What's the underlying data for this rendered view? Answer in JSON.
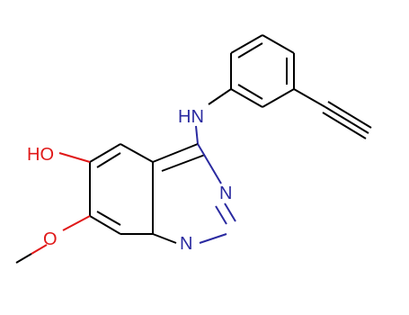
{
  "molecule": {
    "atom_labels": {
      "amine": "HN",
      "ring_n_upper": "N",
      "ring_n_lower": "N",
      "hydroxyl": "HO",
      "methoxy_o": "O"
    },
    "colors": {
      "bond": "#000000",
      "nitrogen": "#2a2aa0",
      "oxygen": "#e01818",
      "background": "#ffffff"
    }
  }
}
